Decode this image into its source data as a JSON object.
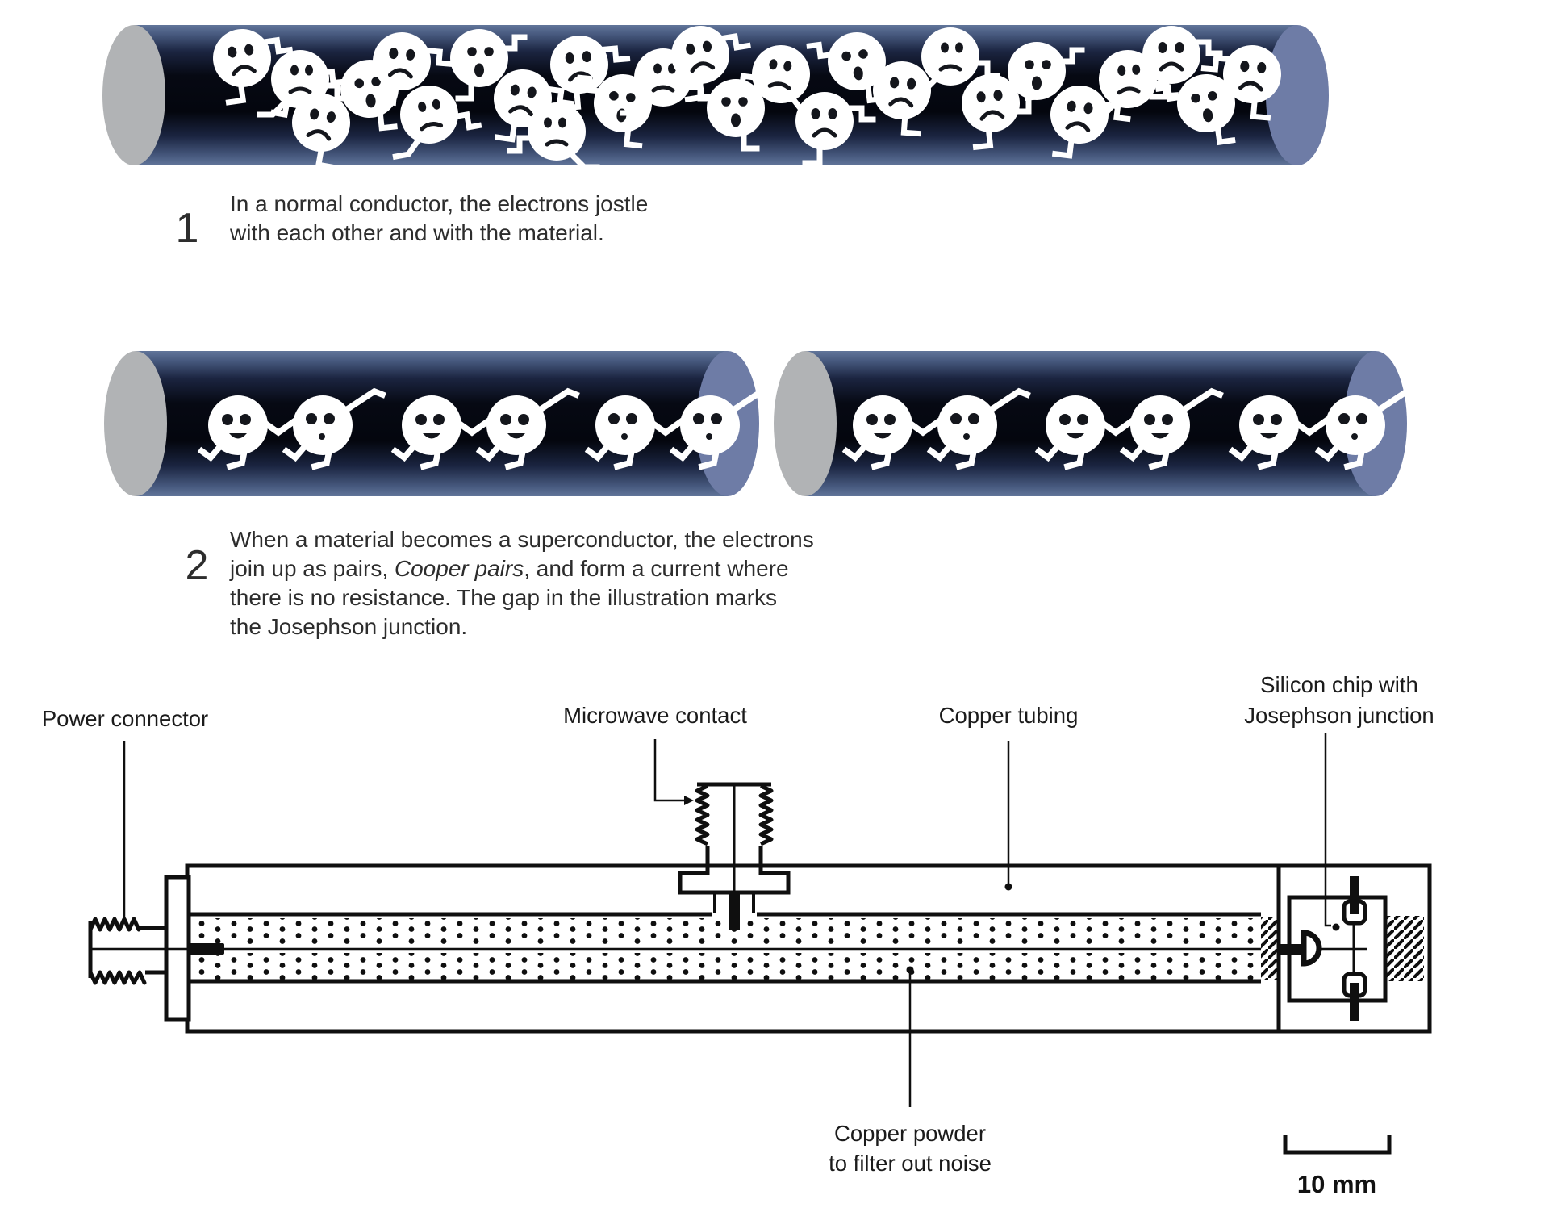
{
  "steps": {
    "s1": {
      "number": "1",
      "line1": "In a normal conductor, the electrons jostle",
      "line2": "with each other and with the material."
    },
    "s2": {
      "number": "2",
      "line1": "When a material becomes a superconductor, the electrons",
      "line2_pre": "join up as pairs, ",
      "line2_italic": "Cooper pairs",
      "line2_post": ", and form a current where",
      "line3": "there is no resistance. The gap in the illustration marks",
      "line4": "the Josephson junction."
    }
  },
  "device_labels": {
    "power_connector": "Power connector",
    "microwave_contact": "Microwave contact",
    "copper_tubing": "Copper tubing",
    "silicon_chip_line1": "Silicon chip with",
    "silicon_chip_line2": "Josephson junction",
    "copper_powder_line1": "Copper powder",
    "copper_powder_line2": "to filter out noise",
    "scale_label": "10 mm"
  },
  "colors": {
    "cylinder_dark": "#04060e",
    "cylinder_edge": "#61759a",
    "cap_gray": "#b1b3b5",
    "cap_blue": "#6e7ca6",
    "ink": "#0f0f0f",
    "caption_text": "#2d2d2d"
  }
}
